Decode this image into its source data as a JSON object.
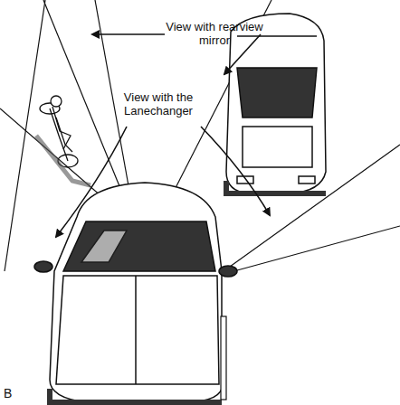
{
  "diagram": {
    "labels": [
      "View with rearview mirror",
      "View with the Lanechanger",
      "B"
    ]
  }
}
